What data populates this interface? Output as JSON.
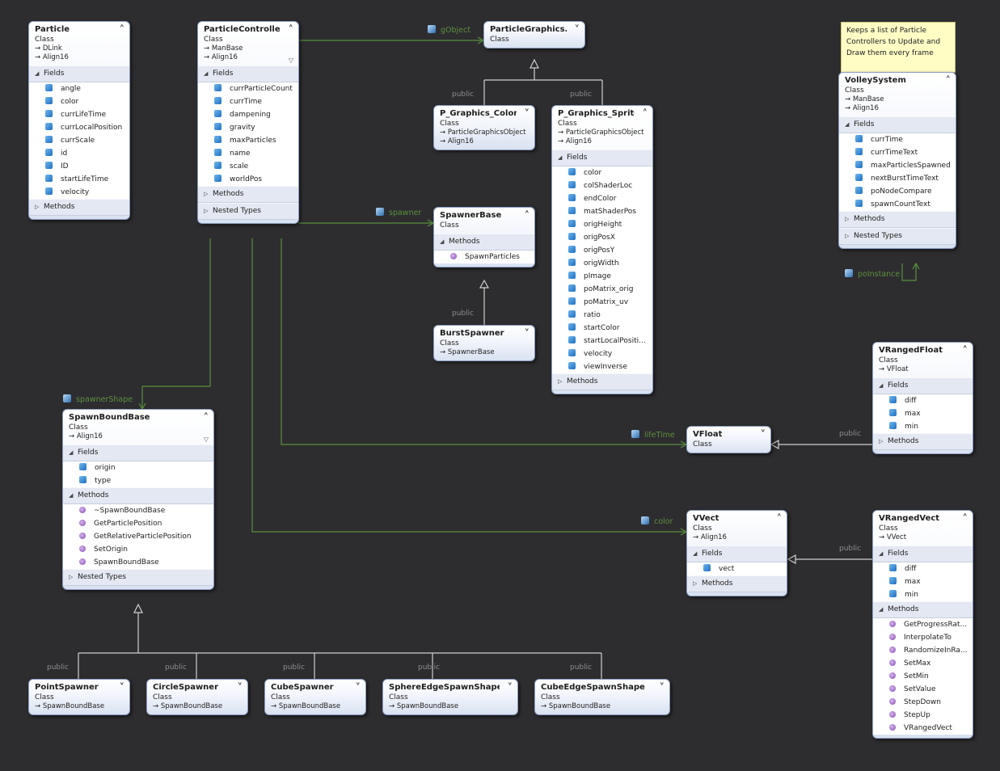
{
  "colors": {
    "background": "#2d2d30",
    "association": "#5a8f3c",
    "inheritance": "#cfcfcf",
    "note_bg": "#fffdc4"
  },
  "classes": {
    "particle": {
      "title": "Particle",
      "kind": "Class",
      "bases": [
        "DLink",
        "Align16"
      ],
      "sections": [
        {
          "label": "Fields",
          "open": true,
          "members": [
            "angle",
            "color",
            "currLifeTime",
            "currLocalPosition",
            "currScale",
            "id",
            "ID",
            "startLifeTime",
            "velocity"
          ]
        },
        {
          "label": "Methods",
          "open": false,
          "members": []
        }
      ]
    },
    "particle_controller": {
      "title": "ParticleController",
      "kind": "Class",
      "bases": [
        "ManBase",
        "Align16"
      ],
      "sections": [
        {
          "label": "Fields",
          "open": true,
          "members": [
            "currParticleCount",
            "currTime",
            "dampening",
            "gravity",
            "maxParticles",
            "name",
            "scale",
            "worldPos"
          ]
        },
        {
          "label": "Methods",
          "open": false,
          "members": []
        },
        {
          "label": "Nested Types",
          "open": false,
          "members": []
        }
      ]
    },
    "particle_graphics": {
      "title": "ParticleGraphics...",
      "kind": "Class",
      "bases": [],
      "sections": []
    },
    "p_graphics_color": {
      "title": "P_Graphics_Color",
      "kind": "Class",
      "bases": [
        "ParticleGraphicsObject",
        "Align16"
      ],
      "sections": []
    },
    "p_graphics_sprite": {
      "title": "P_Graphics_Sprite",
      "kind": "Class",
      "bases": [
        "ParticleGraphicsObject",
        "Align16"
      ],
      "sections": [
        {
          "label": "Fields",
          "open": true,
          "members": [
            "color",
            "colShaderLoc",
            "endColor",
            "matShaderPos",
            "origHeight",
            "origPosX",
            "origPosY",
            "origWidth",
            "pImage",
            "poMatrix_orig",
            "poMatrix_uv",
            "ratio",
            "startColor",
            "startLocalPositi...",
            "velocity",
            "viewInverse"
          ]
        },
        {
          "label": "Methods",
          "open": false,
          "members": []
        }
      ]
    },
    "spawner_base": {
      "title": "SpawnerBase",
      "kind": "Class",
      "bases": [],
      "sections": [
        {
          "label": "Methods",
          "open": true,
          "members": [
            "SpawnParticles"
          ]
        }
      ]
    },
    "burst_spawner": {
      "title": "BurstSpawner",
      "kind": "Class",
      "bases": [
        "SpawnerBase"
      ],
      "sections": []
    },
    "volley_system": {
      "title": "VolleySystem",
      "kind": "Class",
      "bases": [
        "ManBase",
        "Align16"
      ],
      "sections": [
        {
          "label": "Fields",
          "open": true,
          "members": [
            "currTime",
            "currTimeText",
            "maxParticlesSpawned",
            "nextBurstTimeText",
            "poNodeCompare",
            "spawnCountText"
          ]
        },
        {
          "label": "Methods",
          "open": false,
          "members": []
        },
        {
          "label": "Nested Types",
          "open": false,
          "members": []
        }
      ]
    },
    "vranged_float": {
      "title": "VRangedFloat",
      "kind": "Class",
      "bases": [
        "VFloat"
      ],
      "sections": [
        {
          "label": "Fields",
          "open": true,
          "members": [
            "diff",
            "max",
            "min"
          ]
        },
        {
          "label": "Methods",
          "open": false,
          "members": []
        }
      ]
    },
    "vfloat": {
      "title": "VFloat",
      "kind": "Class",
      "bases": [],
      "sections": []
    },
    "spawn_bound_base": {
      "title": "SpawnBoundBase",
      "kind": "Class",
      "bases": [
        "Align16"
      ],
      "sections": [
        {
          "label": "Fields",
          "open": true,
          "members": [
            "origin",
            "type"
          ]
        },
        {
          "label": "Methods",
          "open": true,
          "members": [
            "~SpawnBoundBase",
            "GetParticlePosition",
            "GetRelativeParticlePosition",
            "SetOrigin",
            "SpawnBoundBase"
          ]
        },
        {
          "label": "Nested Types",
          "open": false,
          "members": []
        }
      ]
    },
    "vvect": {
      "title": "VVect",
      "kind": "Class",
      "bases": [
        "Align16"
      ],
      "sections": [
        {
          "label": "Fields",
          "open": true,
          "members": [
            "vect"
          ]
        },
        {
          "label": "Methods",
          "open": false,
          "members": []
        }
      ]
    },
    "vranged_vect": {
      "title": "VRangedVect",
      "kind": "Class",
      "bases": [
        "VVect"
      ],
      "sections": [
        {
          "label": "Fields",
          "open": true,
          "members": [
            "diff",
            "max",
            "min"
          ]
        },
        {
          "label": "Methods",
          "open": true,
          "members": [
            "GetProgressRat...",
            "InterpolateTo",
            "RandomizeInRa...",
            "SetMax",
            "SetMin",
            "SetValue",
            "StepDown",
            "StepUp",
            "VRangedVect"
          ]
        }
      ]
    },
    "point_spawner": {
      "title": "PointSpawner",
      "kind": "Class",
      "bases": [
        "SpawnBoundBase"
      ],
      "sections": []
    },
    "circle_spawner": {
      "title": "CircleSpawner",
      "kind": "Class",
      "bases": [
        "SpawnBoundBase"
      ],
      "sections": []
    },
    "cube_spawner": {
      "title": "CubeSpawner",
      "kind": "Class",
      "bases": [
        "SpawnBoundBase"
      ],
      "sections": []
    },
    "sphere_edge_spawn_shape": {
      "title": "SphereEdgeSpawnShape",
      "kind": "Class",
      "bases": [
        "SpawnBoundBase"
      ],
      "sections": []
    },
    "cube_edge_spawn_shape": {
      "title": "CubeEdgeSpawnShape",
      "kind": "Class",
      "bases": [
        "SpawnBoundBase"
      ],
      "sections": []
    }
  },
  "note": {
    "text": "Keeps a list of Particle Controllers to Update and Draw them every frame"
  },
  "associations": {
    "gobject": "gObject",
    "spawner": "spawner",
    "spawner_shape": "spawnerShape",
    "life_time": "lifeTime",
    "color": "color",
    "po_instance": "poInstance"
  },
  "inheritance_label": "public"
}
